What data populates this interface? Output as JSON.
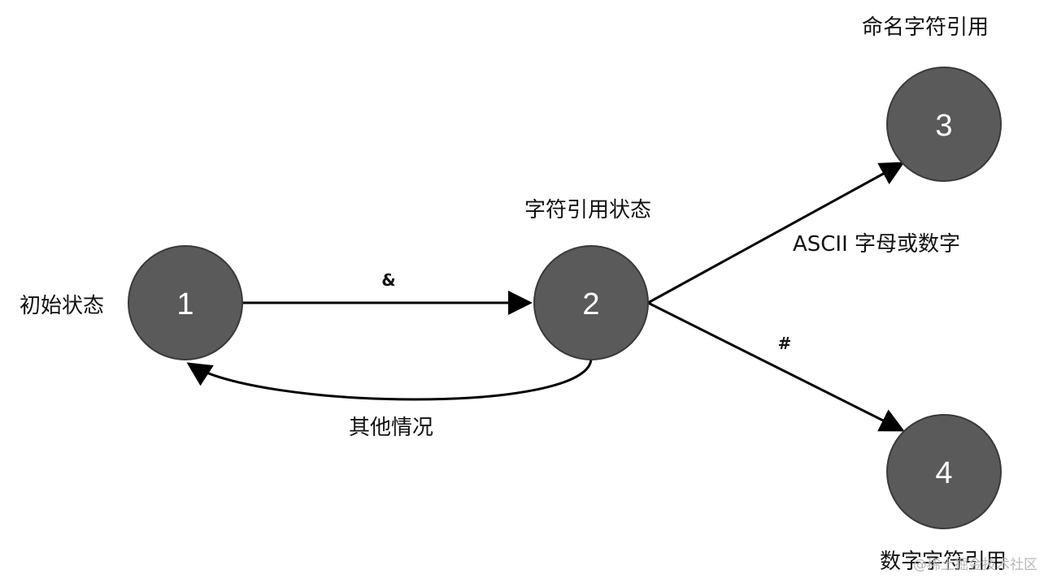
{
  "nodes": [
    {
      "id": "1",
      "number": "1",
      "label": "初始状态"
    },
    {
      "id": "2",
      "number": "2",
      "label": "字符引用状态"
    },
    {
      "id": "3",
      "number": "3",
      "label": "命名字符引用"
    },
    {
      "id": "4",
      "number": "4",
      "label": "数字字符引用"
    }
  ],
  "edges": [
    {
      "from": "1",
      "to": "2",
      "label": "&"
    },
    {
      "from": "2",
      "to": "1",
      "label": "其他情况"
    },
    {
      "from": "2",
      "to": "3",
      "label": "ASCII 字母或数字"
    },
    {
      "from": "2",
      "to": "4",
      "label": "#"
    }
  ],
  "colors": {
    "node_fill": "#5a5a5a",
    "node_stroke": "#3a3a3a",
    "node_text": "#ffffff",
    "edge": "#000000",
    "label": "#111111"
  },
  "watermark": "@稀土掘金技术社区"
}
